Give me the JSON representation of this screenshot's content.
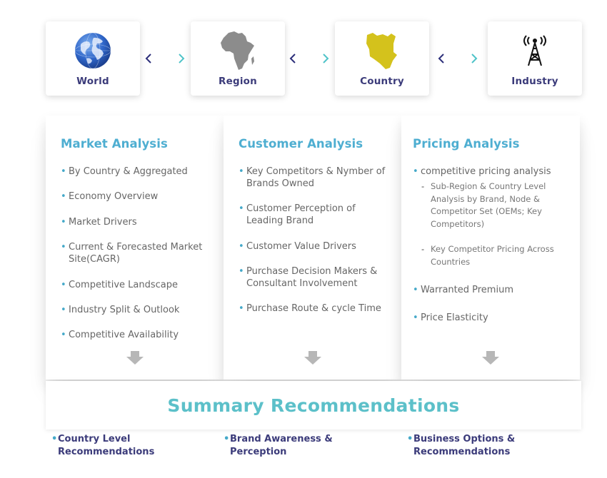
{
  "levels": [
    {
      "label": "World",
      "icon": "globe-icon"
    },
    {
      "label": "Region",
      "icon": "africa-map-icon"
    },
    {
      "label": "Country",
      "icon": "kenya-map-icon"
    },
    {
      "label": "Industry",
      "icon": "radio-tower-icon"
    }
  ],
  "colors": {
    "title_blue": "#4eaed1",
    "label_navy": "#3b3b7a",
    "summary_teal": "#5cc0c9",
    "country_yellow": "#d4c21c"
  },
  "columns": {
    "market": {
      "title": "Market Analysis",
      "items": [
        "By Country & Aggregated",
        "Economy Overview",
        "Market Drivers",
        "Current & Forecasted Market Site(CAGR)",
        "Competitive Landscape",
        "Industry Split & Outlook",
        "Competitive Availability"
      ]
    },
    "customer": {
      "title": "Customer Analysis",
      "items": [
        "Key Competitors & Nymber of Brands Owned",
        "Customer Perception of Leading Brand",
        "Customer Value Drivers",
        "Purchase Decision Makers & Consultant Involvement",
        "Purchase Route & cycle Time"
      ]
    },
    "pricing": {
      "title": "Pricing Analysis",
      "item1": "competitive pricing analysis",
      "sub1": "Sub-Region & Country Level Analysis by Brand, Node & Competitor Set (OEMs; Key Competitors)",
      "sub2": "Key Competitor Pricing Across Countries",
      "item2": "Warranted Premium",
      "item3": "Price Elasticity"
    }
  },
  "summary": {
    "title": "Summary Recommendations",
    "recommendations": [
      "Country Level Recommendations",
      "Brand Awareness & Perception",
      "Business Options & Recommendations"
    ]
  }
}
